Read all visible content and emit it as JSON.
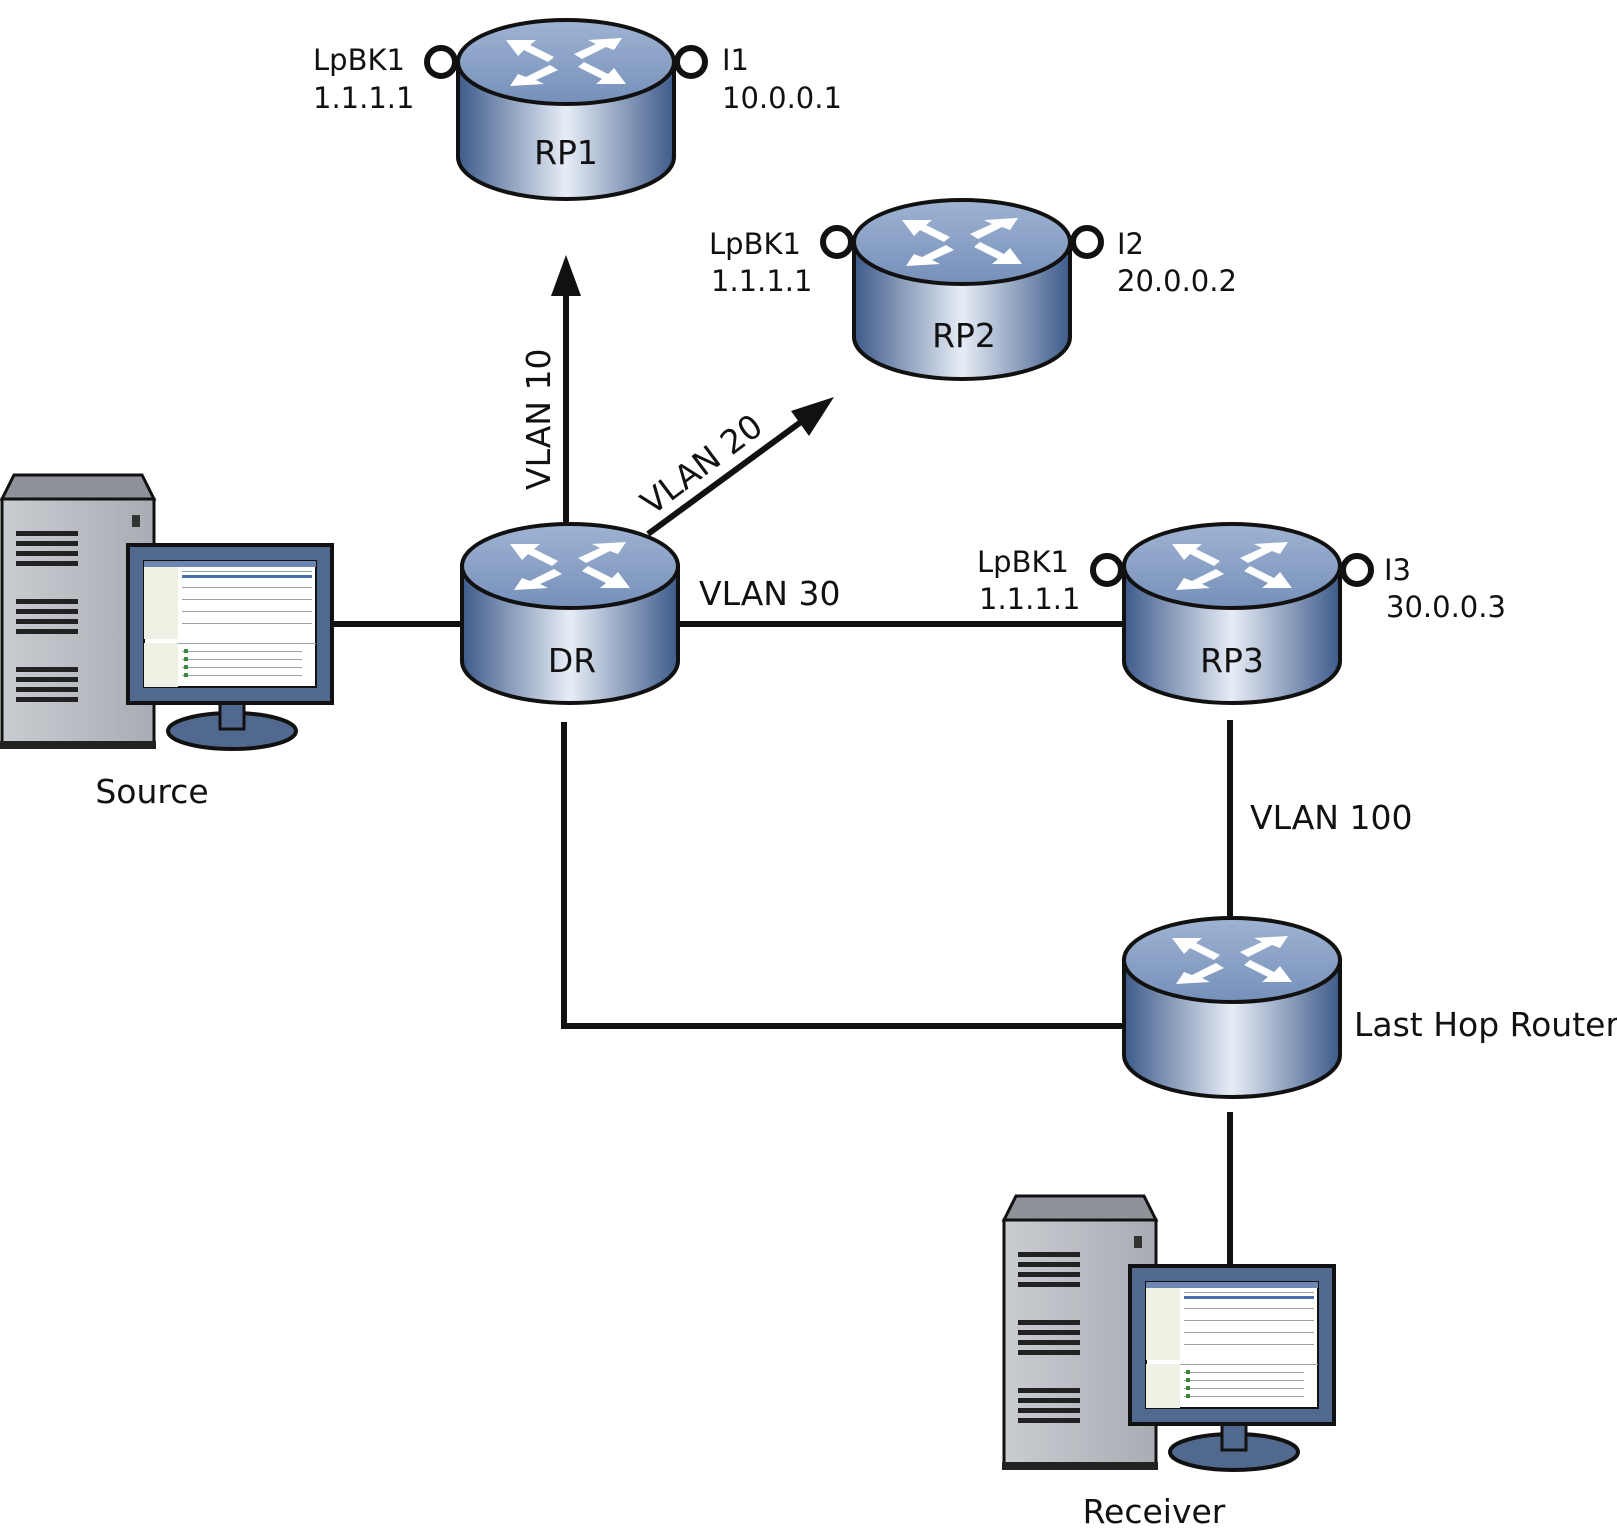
{
  "routers": {
    "rp1": {
      "name": "RP1"
    },
    "rp2": {
      "name": "RP2"
    },
    "rp3": {
      "name": "RP3"
    },
    "dr": {
      "name": "DR"
    },
    "lhr": {
      "name": "Last Hop Router"
    }
  },
  "interfaces": {
    "rp1_lpbk_name": "LpBK1",
    "rp1_lpbk_ip": "1.1.1.1",
    "rp1_if_name": "I1",
    "rp1_if_ip": "10.0.0.1",
    "rp2_lpbk_name": "LpBK1",
    "rp2_lpbk_ip": "1.1.1.1",
    "rp2_if_name": "I2",
    "rp2_if_ip": "20.0.0.2",
    "rp3_lpbk_name": "LpBK1",
    "rp3_lpbk_ip": "1.1.1.1",
    "rp3_if_name": "I3",
    "rp3_if_ip": "30.0.0.3"
  },
  "links": {
    "vlan10": "VLAN 10",
    "vlan20": "VLAN 20",
    "vlan30": "VLAN 30",
    "vlan100": "VLAN 100"
  },
  "hosts": {
    "source": "Source",
    "receiver": "Receiver"
  },
  "colors": {
    "router_body": "#5b7ba8",
    "router_top": "#8ea5c8",
    "line": "#111111",
    "server": "#b8bcc2",
    "monitor_frame": "#52698f"
  },
  "icons": {
    "router": "router-icon",
    "computer": "workstation-icon",
    "interface": "interface-port-icon"
  }
}
